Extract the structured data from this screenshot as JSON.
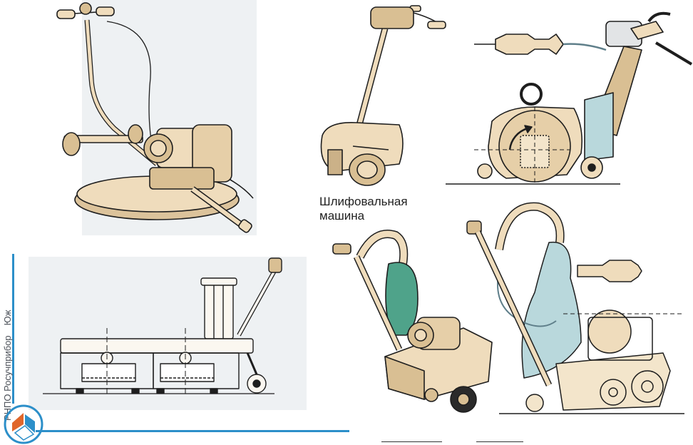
{
  "caption": {
    "line1": "Шлифовальная",
    "line2": "машина"
  },
  "branding": {
    "org": "РНПО Росучприбор",
    "code": "Юж"
  },
  "colors": {
    "machine_body": "#efdcbc",
    "machine_shade": "#d9bf93",
    "outline": "#1e1e1e",
    "dust_bag_green": "#4fa38a",
    "dust_bag_blue": "#b9d8dc",
    "accent_blue": "#2c8fc9",
    "logo_orange": "#e0662a"
  }
}
